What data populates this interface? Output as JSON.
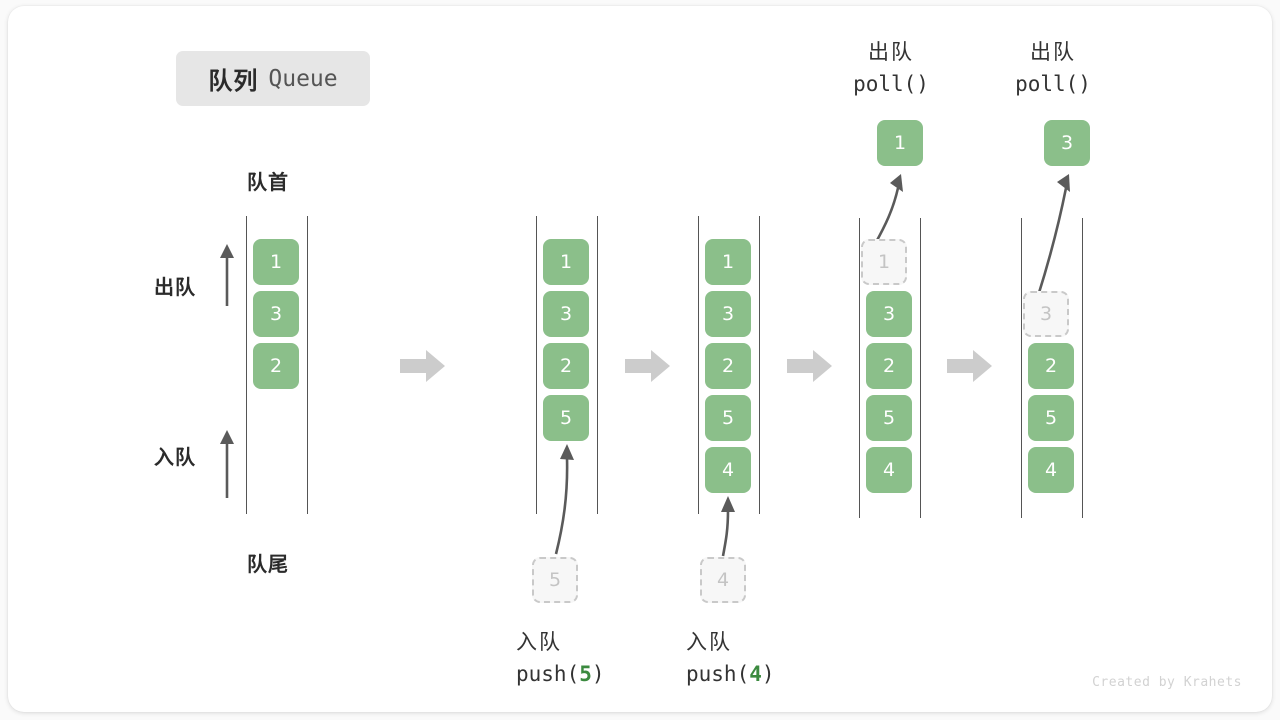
{
  "title": {
    "cn": "队列",
    "en": "Queue"
  },
  "labels": {
    "head": "队首",
    "tail": "队尾",
    "dequeue": "出队",
    "enqueue": "入队"
  },
  "colors": {
    "cell_fill": "#8bbf8a",
    "cell_text": "#ffffff",
    "ghost_fill": "#f7f7f7",
    "ghost_border": "#c9c9c9",
    "ghost_text": "#c4c4c4",
    "rail": "#555555",
    "arrow": "#5a5a5a",
    "block_arrow": "#cccccc",
    "badge_bg": "#e6e6e6",
    "highlight": "#3b8a3f",
    "card_bg": "#ffffff",
    "page_bg": "#fafafa"
  },
  "stages": [
    {
      "id": "initial",
      "header": null,
      "footer": null,
      "cells": [
        "1",
        "3",
        "2"
      ]
    },
    {
      "id": "push-5",
      "header": null,
      "footer": {
        "cn": "入队",
        "op": "push(",
        "arg": "5",
        "close": ")"
      },
      "cells": [
        "1",
        "3",
        "2",
        "5"
      ],
      "incoming": "5"
    },
    {
      "id": "push-4",
      "header": null,
      "footer": {
        "cn": "入队",
        "op": "push(",
        "arg": "4",
        "close": ")"
      },
      "cells": [
        "1",
        "3",
        "2",
        "5",
        "4"
      ],
      "incoming": "4"
    },
    {
      "id": "poll-1",
      "header": {
        "cn": "出队",
        "op": "poll()"
      },
      "footer": null,
      "popped": "1",
      "ghost_index": 0,
      "cells": [
        "1",
        "3",
        "2",
        "5",
        "4"
      ]
    },
    {
      "id": "poll-3",
      "header": {
        "cn": "出队",
        "op": "poll()"
      },
      "footer": null,
      "popped": "3",
      "ghost_index": 1,
      "cells": [
        "",
        "3",
        "2",
        "5",
        "4"
      ]
    }
  ],
  "watermark": "Created by Krahets"
}
